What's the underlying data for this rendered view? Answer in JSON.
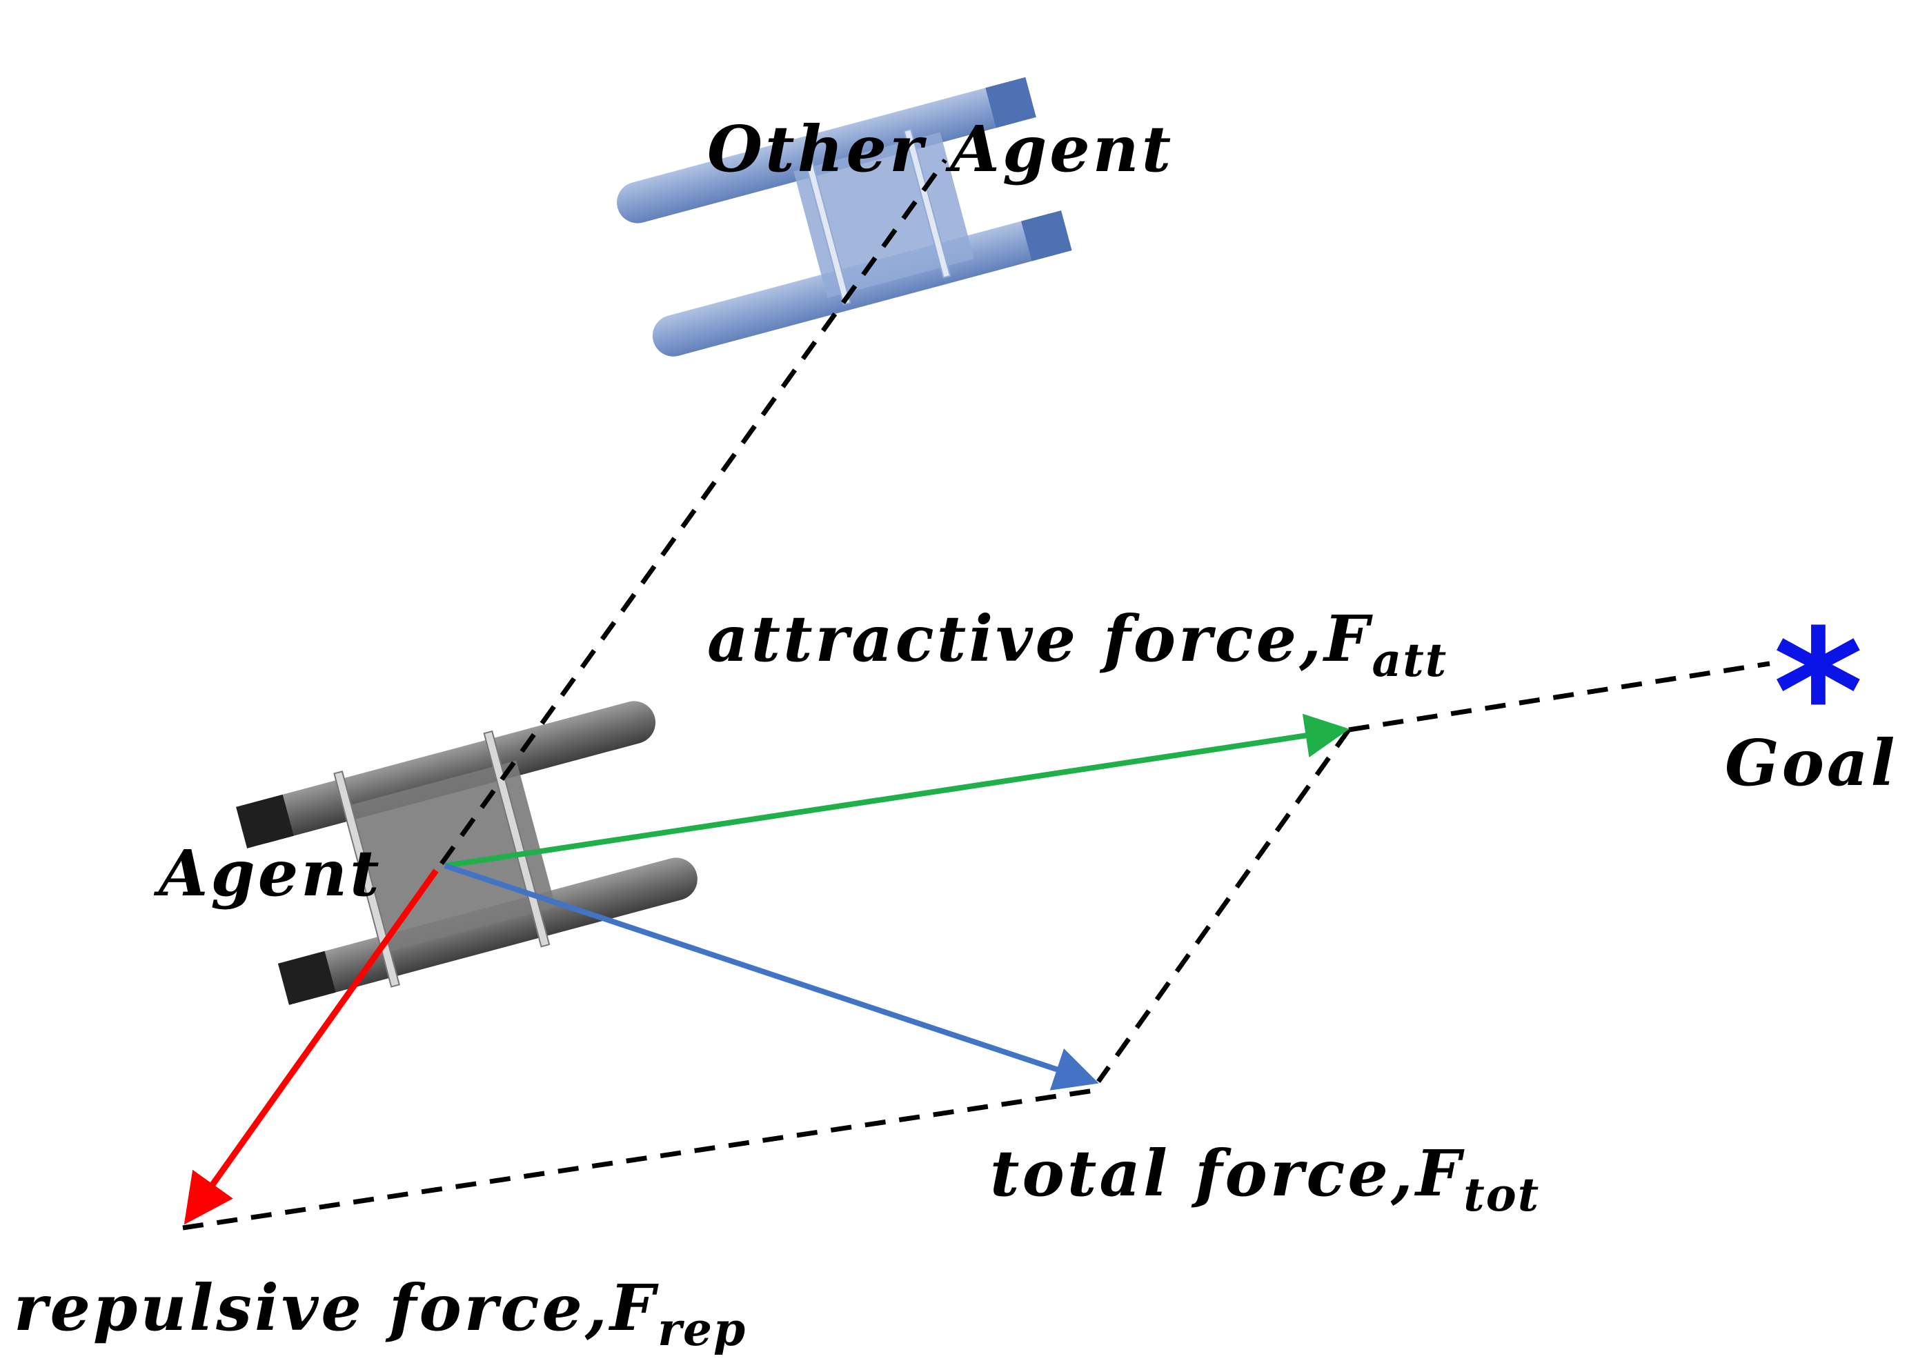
{
  "labels": {
    "other_agent": "Other Agent",
    "agent": "Agent",
    "goal": "Goal",
    "attractive": {
      "text": "attractive force,",
      "symbol": "F",
      "sub": "att"
    },
    "total": {
      "text": "total force,",
      "symbol": "F",
      "sub": "tot"
    },
    "repulsive": {
      "text": "repulsive force,",
      "symbol": "F",
      "sub": "rep"
    }
  },
  "colors": {
    "attractive": "#1fb04a",
    "total": "#4472c4",
    "repulsive": "#ff0000",
    "goal": "#0a14e6",
    "dashed": "#000000",
    "agent_body": "#555555",
    "other_agent_body": "#6f8fc6"
  },
  "goal_marker": "*"
}
